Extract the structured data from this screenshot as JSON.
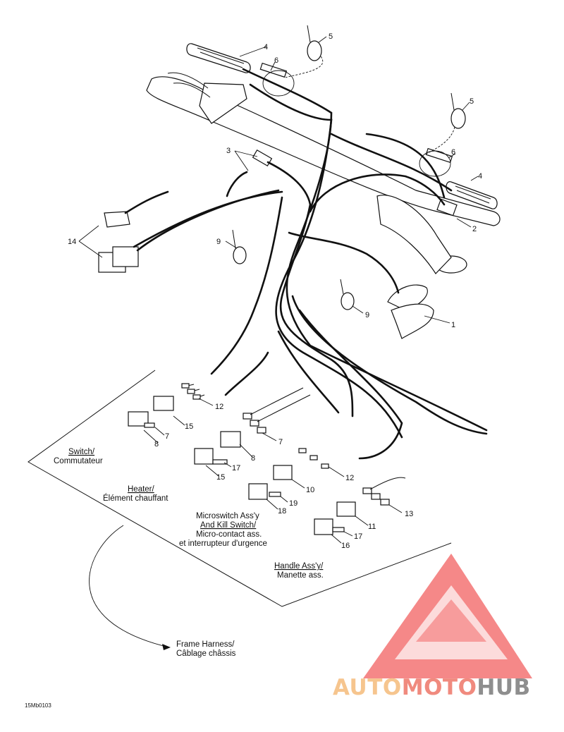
{
  "callouts": {
    "c1": "1",
    "c2": "2",
    "c3": "3",
    "c4a": "4",
    "c4b": "4",
    "c5a": "5",
    "c5b": "5",
    "c6a": "6",
    "c6b": "6",
    "c7a": "7",
    "c7b": "7",
    "c8a": "8",
    "c8b": "8",
    "c9a": "9",
    "c9b": "9",
    "c10": "10",
    "c11": "11",
    "c12a": "12",
    "c12b": "12",
    "c13": "13",
    "c14": "14",
    "c15a": "15",
    "c15b": "15",
    "c16": "16",
    "c17a": "17",
    "c17b": "17",
    "c18": "18",
    "c19": "19"
  },
  "labels": {
    "switch_en": "Switch/",
    "switch_fr": "Commutateur",
    "heater_en": "Heater/",
    "heater_fr": "Élément chauffant",
    "micro_en1": "Microswitch Ass'y",
    "micro_en2": "And Kill Switch/",
    "micro_fr1": "Micro-contact ass.",
    "micro_fr2": "et interrupteur d'urgence",
    "handle_en": "Handle Ass'y/",
    "handle_fr": "Manette ass.",
    "frame_en": "Frame Harness/",
    "frame_fr": "Câblage châssis"
  },
  "figure_code": "15Mb0103",
  "watermark": {
    "part1": "AUTO",
    "part2": "MOTO",
    "part3": "HUB",
    "color1": "#f6c58e",
    "color2": "#f08a7e",
    "color3": "#8e8e8e",
    "logo_color": "#f15a5a"
  }
}
